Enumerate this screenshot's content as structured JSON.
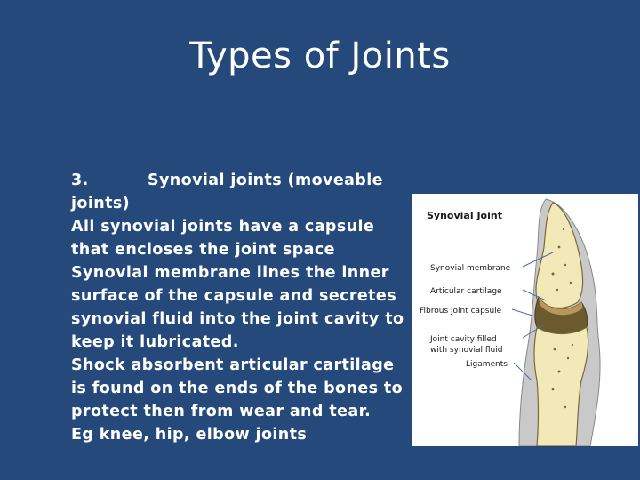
{
  "slide": {
    "title": "Types of Joints"
  },
  "content": {
    "heading_number": "3.",
    "heading_text": "Synovial joints (moveable joints)",
    "paragraphs": [
      "All synovial joints have a capsule that encloses the joint space",
      "Synovial membrane lines the inner surface of the capsule and secretes synovial fluid into the joint cavity to keep it lubricated.",
      "Shock absorbent articular cartilage is found on the ends of the bones to protect then from wear and tear.",
      "Eg knee, hip, elbow joints"
    ]
  },
  "figure": {
    "title": "Synovial Joint",
    "labels": {
      "membrane": "Synovial membrane",
      "cartilage": "Articular cartilage",
      "capsule": "Fibrous joint capsule",
      "cavity_line1": "Joint cavity filled",
      "cavity_line2": "with synovial fluid",
      "ligaments": "Ligaments"
    },
    "colors": {
      "bone": "#f3e9b8",
      "cartilage": "#b9965a",
      "cavity": "#6b5a2e",
      "ligament": "#c9c9c9",
      "leader": "#4a6fa5"
    }
  }
}
